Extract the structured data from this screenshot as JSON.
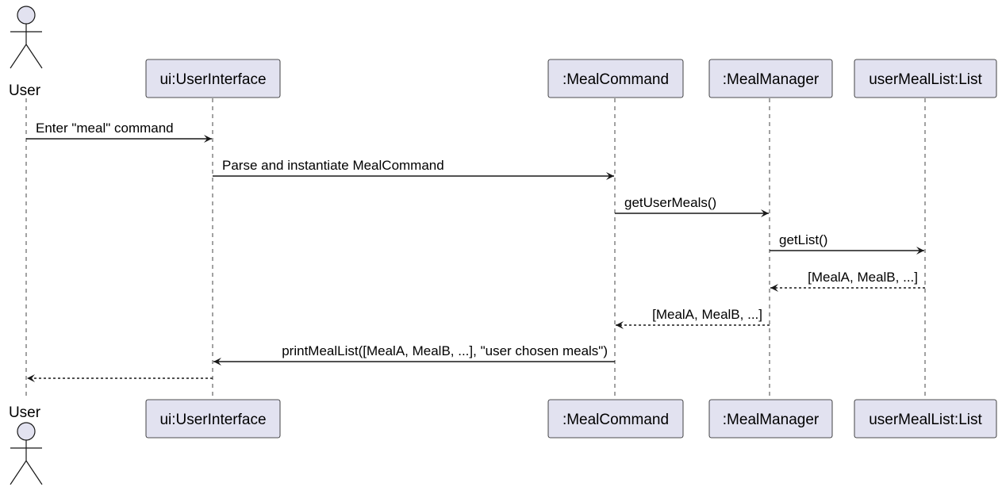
{
  "diagram": {
    "type": "sequence",
    "colors": {
      "participant_fill": "#E2E2F0",
      "line": "#181818",
      "text": "#000000",
      "background": "#FFFFFF"
    },
    "participants": [
      {
        "id": "user",
        "label": "User",
        "kind": "actor"
      },
      {
        "id": "ui",
        "label": "ui:UserInterface",
        "kind": "participant"
      },
      {
        "id": "mealcommand",
        "label": ":MealCommand",
        "kind": "participant"
      },
      {
        "id": "mealmanager",
        "label": ":MealManager",
        "kind": "participant"
      },
      {
        "id": "usermeallist",
        "label": "userMealList:List",
        "kind": "participant"
      }
    ],
    "messages": [
      {
        "from": "user",
        "to": "ui",
        "label": "Enter \"meal\" command",
        "style": "solid"
      },
      {
        "from": "ui",
        "to": "mealcommand",
        "label": "Parse and instantiate MealCommand",
        "style": "solid"
      },
      {
        "from": "mealcommand",
        "to": "mealmanager",
        "label": "getUserMeals()",
        "style": "solid"
      },
      {
        "from": "mealmanager",
        "to": "usermeallist",
        "label": "getList()",
        "style": "solid"
      },
      {
        "from": "usermeallist",
        "to": "mealmanager",
        "label": "[MealA, MealB, ...]",
        "style": "dashed"
      },
      {
        "from": "mealmanager",
        "to": "mealcommand",
        "label": "[MealA, MealB, ...]",
        "style": "dashed"
      },
      {
        "from": "mealcommand",
        "to": "ui",
        "label": "printMealList([MealA, MealB, ...], \"user chosen meals\")",
        "style": "solid"
      },
      {
        "from": "ui",
        "to": "user",
        "label": "",
        "style": "dashed"
      }
    ]
  }
}
